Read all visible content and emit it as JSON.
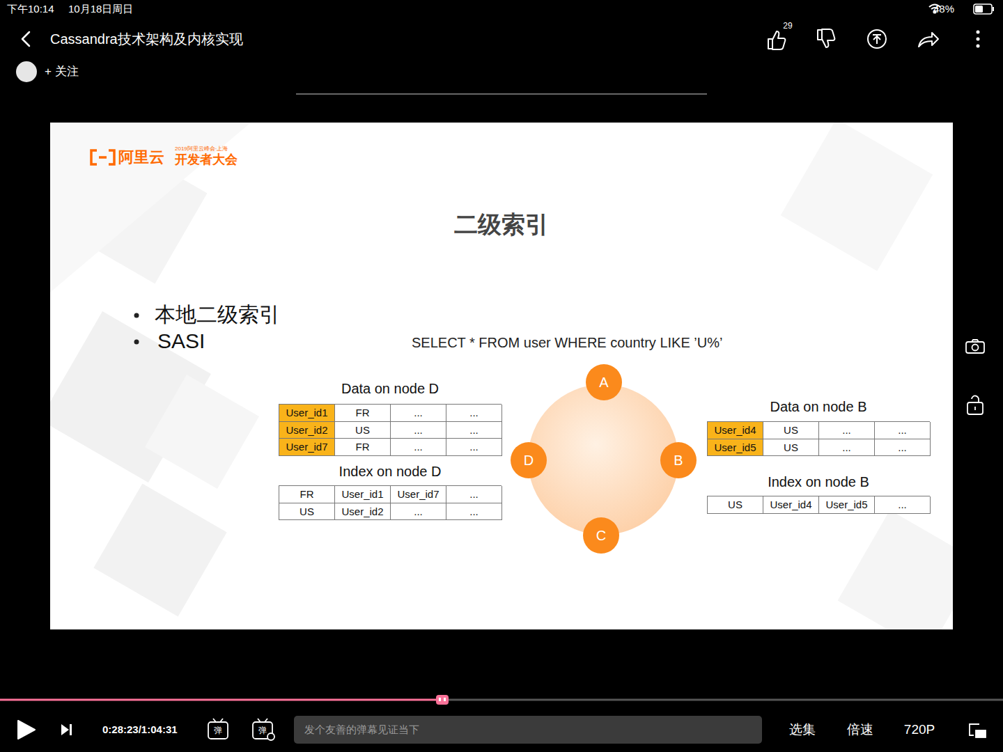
{
  "diagram": {
    "title": "二级索引",
    "nodes": [
      {
        "text": [
          "Data on node D",
          "User_id1",
          "FR",
          "...",
          "...",
          "User_id2",
          "US",
          "...",
          "...",
          "User_id7",
          "FR",
          "...",
          "..."
        ]
      },
      {
        "text": [
          "A"
        ]
      },
      {
        "text": [
          "Data on node B",
          "User_id4",
          "US",
          "...",
          "...",
          "User_id5",
          "US",
          "...",
          "..."
        ]
      },
      {
        "text": [
          "Index on node D",
          "FR",
          "User_id1",
          "User_id7",
          "...",
          "US",
          "User_id2",
          "...",
          "..."
        ]
      },
      {
        "text": [
          "D"
        ]
      },
      {
        "text": [
          "B"
        ]
      },
      {
        "text": [
          "Index on node B",
          "US",
          "User_id4",
          "User_id5",
          "..."
        ]
      },
      {
        "text": [
          "C"
        ]
      }
    ],
    "labels": [
      "下午10:14",
      "10月18日周日",
      "48%",
      "Cassandra技术架构及内核实现",
      "29",
      "+ 关注",
      "阿里云",
      "2019阿里云峰会·上海",
      "开发者大会",
      "本地二级索引",
      "SASI",
      "SELECT * FROM user WHERE country LIKE ’U%’",
      "0:28:23/1:04:31",
      "弹",
      "弹",
      "发个友善的弹幕见证当下",
      "选集",
      "倍速",
      "720P"
    ]
  }
}
